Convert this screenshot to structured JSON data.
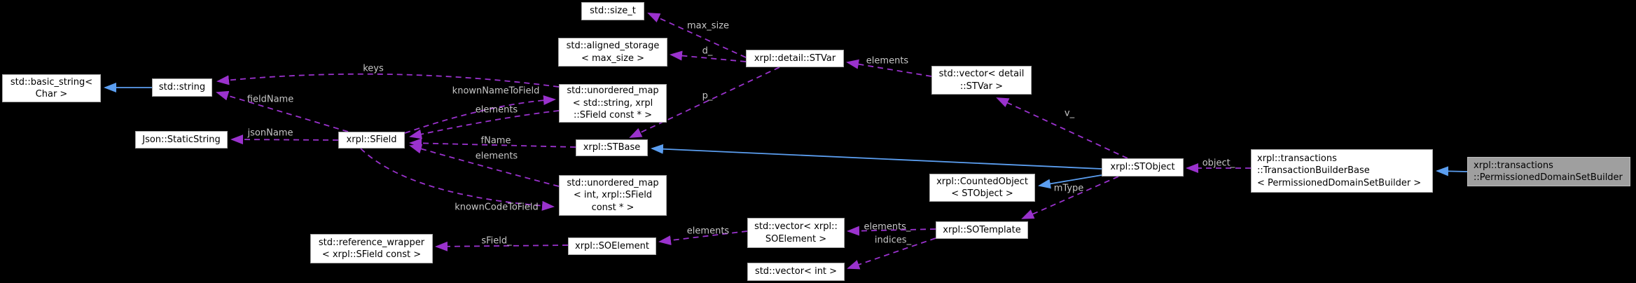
{
  "diagram_type": "collaboration-graph",
  "colors": {
    "background": "#000000",
    "usage_edge": "#9a32cd",
    "inheritance_edge": "#5b9ef0",
    "node_fill": "#ffffff",
    "node_border": "#a9a9a9",
    "highlighted_node_fill": "#9f9f9f",
    "edge_label_text": "#c6c6c6",
    "node_text": "#000000"
  },
  "nodes": {
    "size_t": {
      "label": "std::size_t"
    },
    "aligned_storage": {
      "label": "std::aligned_storage\n< max_size >"
    },
    "stvar": {
      "label": "xrpl::detail::STVar"
    },
    "vector_stvar": {
      "label": "std::vector< detail\n::STVar >"
    },
    "basic_string": {
      "label": "std::basic_string<\nChar >"
    },
    "string": {
      "label": "std::string"
    },
    "unordered_map_name": {
      "label": "std::unordered_map\n< std::string, xrpl\n::SField const * >"
    },
    "json_static_string": {
      "label": "Json::StaticString"
    },
    "sfield": {
      "label": "xrpl::SField"
    },
    "stbase": {
      "label": "xrpl::STBase"
    },
    "unordered_map_code": {
      "label": "std::unordered_map\n< int, xrpl::SField\nconst * >"
    },
    "stobject": {
      "label": "xrpl::STObject"
    },
    "counted_object": {
      "label": "xrpl::CountedObject\n< STObject >"
    },
    "reference_wrapper": {
      "label": "std::reference_wrapper\n< xrpl::SField const >"
    },
    "soelement": {
      "label": "xrpl::SOElement"
    },
    "vector_soelement": {
      "label": "std::vector< xrpl::\nSOElement >"
    },
    "sotemplate": {
      "label": "xrpl::SOTemplate"
    },
    "vector_int": {
      "label": "std::vector< int >"
    },
    "tx_builder_base": {
      "label": "xrpl::transactions\n::TransactionBuilderBase\n< PermissionedDomainSetBuilder >"
    },
    "permissioned_domain_set_builder": {
      "label": "xrpl::transactions\n::PermissionedDomainSetBuilder"
    }
  },
  "edge_labels": {
    "keys": {
      "text": "keys"
    },
    "fieldName": {
      "text": "fieldName"
    },
    "jsonName": {
      "text": "jsonName"
    },
    "knownNameToField": {
      "text": "knownNameToField"
    },
    "elements_map_name": {
      "text": "elements"
    },
    "fName": {
      "text": "fName"
    },
    "elements_map_code": {
      "text": "elements"
    },
    "knownCodeToField": {
      "text": "knownCodeToField"
    },
    "max_size": {
      "text": "max_size"
    },
    "d": {
      "text": "d_"
    },
    "p": {
      "text": "p_"
    },
    "elements_vector_stvar": {
      "text": "elements"
    },
    "v": {
      "text": "v_"
    },
    "mType": {
      "text": "mType"
    },
    "object": {
      "text": "object_"
    },
    "elements_sotemplate": {
      "text": "elements_"
    },
    "indices": {
      "text": "indices_"
    },
    "elements_vector_soelement": {
      "text": "elements"
    },
    "sField": {
      "text": "sField_"
    }
  }
}
